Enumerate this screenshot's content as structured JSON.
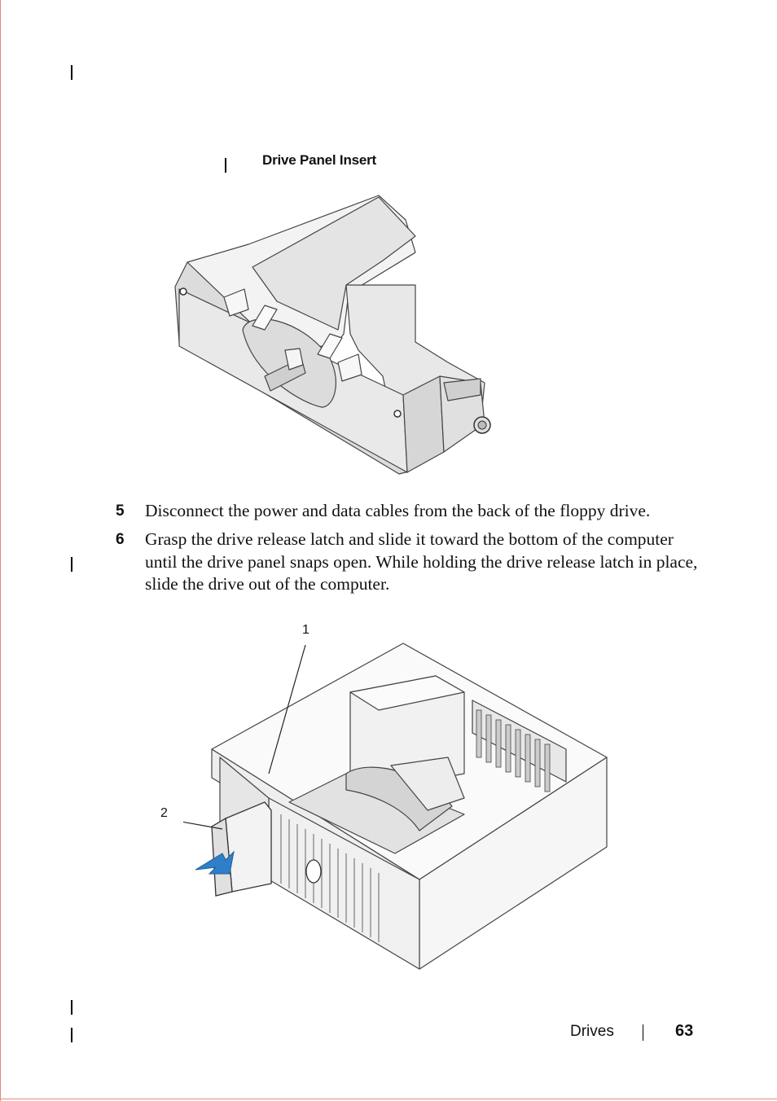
{
  "figure1": {
    "caption": "Drive Panel Insert"
  },
  "steps": [
    {
      "number": "5",
      "text": "Disconnect the power and data cables from the back of the floppy drive."
    },
    {
      "number": "6",
      "text": "Grasp the drive release latch and slide it toward the bottom of the computer until the drive panel snaps open. While holding the drive release latch in place, slide the drive out of the computer."
    }
  ],
  "figure2": {
    "callouts": [
      "1",
      "2"
    ]
  },
  "footer": {
    "section": "Drives",
    "page_number": "63"
  },
  "colors": {
    "frame": "#e08a7a",
    "arrow": "#2f7fc8"
  }
}
